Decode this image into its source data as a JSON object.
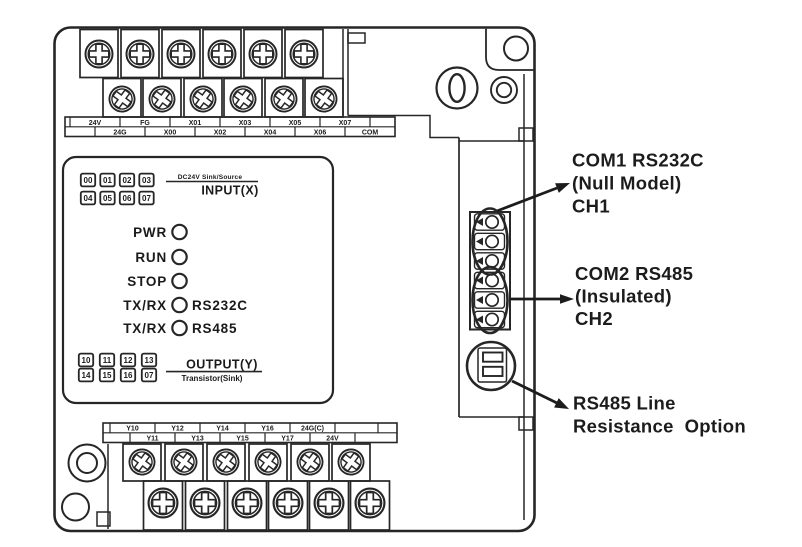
{
  "figure": {
    "background": "#ffffff",
    "line_color": "#262626",
    "text_color": "#1c1c1c"
  },
  "device": {
    "top_terminals": {
      "row1": [
        "24V",
        "FG",
        "X01",
        "X03",
        "X05",
        "X07"
      ],
      "row2": [
        "24G",
        "X00",
        "X02",
        "X04",
        "X06",
        "COM"
      ]
    },
    "bottom_terminals": {
      "row1": [
        "Y10",
        "Y12",
        "Y14",
        "Y16",
        "24G(C)"
      ],
      "row2": [
        "Y11",
        "Y13",
        "Y15",
        "Y17",
        "24V"
      ]
    },
    "panel": {
      "input_leds_row1": [
        "00",
        "01",
        "02",
        "03"
      ],
      "input_leds_row2": [
        "04",
        "05",
        "06",
        "07"
      ],
      "input_header": "DC24V Sink/Source",
      "input_title": "INPUT(X)",
      "status_leds": [
        {
          "label": "PWR",
          "suffix": ""
        },
        {
          "label": "RUN",
          "suffix": ""
        },
        {
          "label": "STOP",
          "suffix": ""
        },
        {
          "label": "TX/RX",
          "suffix": "RS232C"
        },
        {
          "label": "TX/RX",
          "suffix": "RS485"
        }
      ],
      "output_leds_row1": [
        "10",
        "11",
        "12",
        "13"
      ],
      "output_leds_row2": [
        "14",
        "15",
        "16",
        "07"
      ],
      "output_title": "OUTPUT(Y)",
      "output_subtitle": "Transistor(Sink)"
    }
  },
  "callouts": {
    "com1": {
      "line1": "COM1 RS232C",
      "line2": "(Null Model)",
      "line3": "CH1"
    },
    "com2": {
      "line1": "COM2 RS485",
      "line2": "(Insulated)",
      "line3": "CH2"
    },
    "rs485_option": {
      "line1": "RS485 Line",
      "line2": "Resistance  Option"
    }
  }
}
